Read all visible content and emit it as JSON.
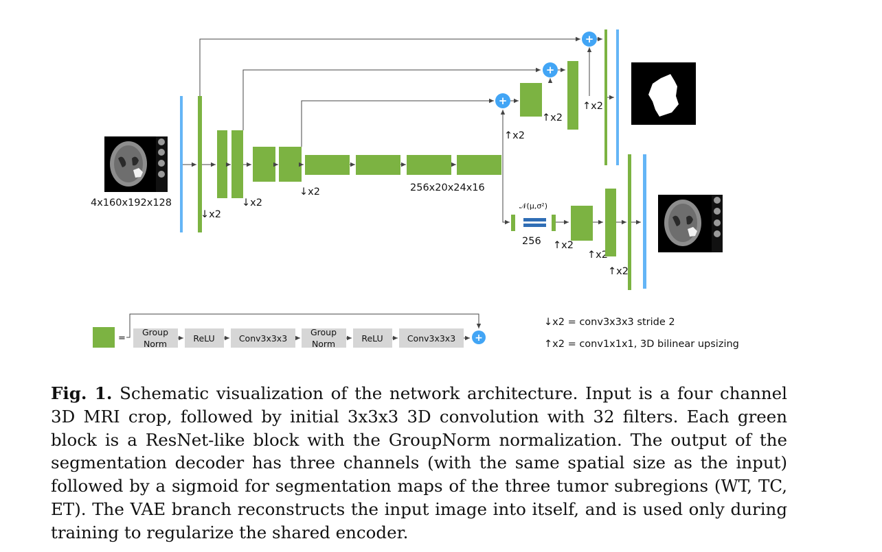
{
  "diagram": {
    "input_size": "4x160x192x128",
    "bottleneck_size": "256x20x24x16",
    "down_label": "↓x2",
    "up_label": "↑x2",
    "vae_distribution": "𝒩(μ,σ²)",
    "vae_dim": "256",
    "plus_symbol": "+",
    "equals": "=",
    "block_detail": [
      "Group\nNorm",
      "ReLU",
      "Conv3x3x3",
      "Group\nNorm",
      "ReLU",
      "Conv3x3x3"
    ],
    "legend": {
      "down": "↓x2 = conv3x3x3 stride 2",
      "up": "↑x2 = conv1x1x1, 3D bilinear upsizing"
    },
    "colors": {
      "green": "#7cb342",
      "blue": "#64b5f6",
      "gray": "#d6d6d6",
      "circle": "#42a5f5",
      "vae_bar": "#2f6db5"
    }
  },
  "caption": {
    "label": "Fig. 1.",
    "text": "Schematic visualization of the network architecture. Input is a four channel 3D MRI crop, followed by initial 3x3x3 3D convolution with 32 filters. Each green block is a ResNet-like block with the GroupNorm normalization. The output of the segmentation decoder has three channels (with the same spatial size as the input) followed by a sigmoid for segmentation maps of the three tumor subregions (WT, TC, ET). The VAE branch reconstructs the input image into itself, and is used only during training to regularize the shared encoder."
  }
}
